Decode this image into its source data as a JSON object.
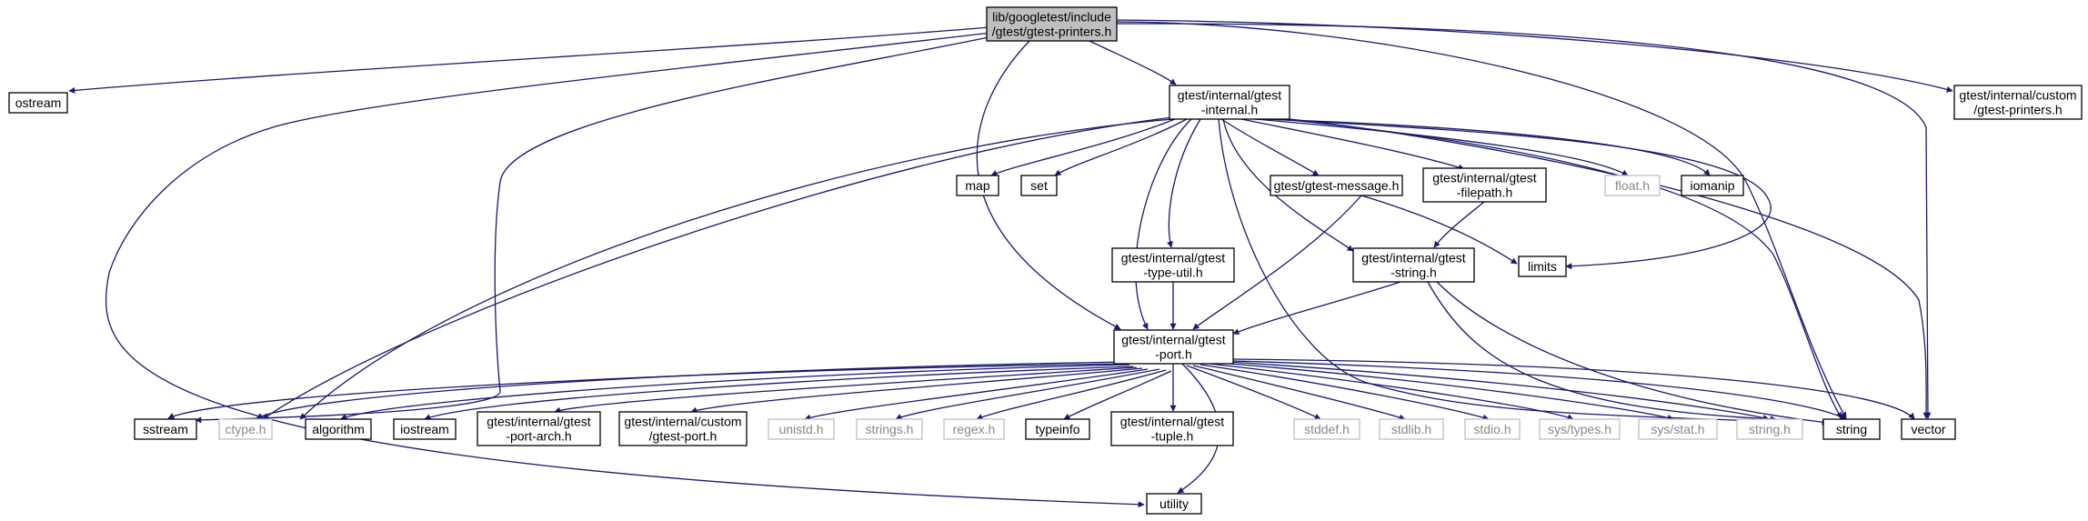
{
  "colors": {
    "edge": "#191970",
    "root_fill": "#bfbfbf",
    "missing_border": "#bfbfbf",
    "missing_text": "#888888",
    "node_border": "#000000"
  },
  "nodes": {
    "root": [
      "lib/googletest/include",
      "/gtest/gtest-printers.h"
    ],
    "ostream": [
      "ostream"
    ],
    "internal": [
      "gtest/internal/gtest",
      "-internal.h"
    ],
    "custom_printers": [
      "gtest/internal/custom",
      "/gtest-printers.h"
    ],
    "map": [
      "map"
    ],
    "set": [
      "set"
    ],
    "message": [
      "gtest/gtest-message.h"
    ],
    "filepath": [
      "gtest/internal/gtest",
      "-filepath.h"
    ],
    "float_h": [
      "float.h"
    ],
    "iomanip": [
      "iomanip"
    ],
    "limits": [
      "limits"
    ],
    "type_util": [
      "gtest/internal/gtest",
      "-type-util.h"
    ],
    "gstring": [
      "gtest/internal/gtest",
      "-string.h"
    ],
    "port": [
      "gtest/internal/gtest",
      "-port.h"
    ],
    "sstream": [
      "sstream"
    ],
    "ctype": [
      "ctype.h"
    ],
    "algorithm": [
      "algorithm"
    ],
    "iostream": [
      "iostream"
    ],
    "port_arch": [
      "gtest/internal/gtest",
      "-port-arch.h"
    ],
    "custom_port": [
      "gtest/internal/custom",
      "/gtest-port.h"
    ],
    "unistd": [
      "unistd.h"
    ],
    "strings_h": [
      "strings.h"
    ],
    "regex": [
      "regex.h"
    ],
    "typeinfo": [
      "typeinfo"
    ],
    "tuple": [
      "gtest/internal/gtest",
      "-tuple.h"
    ],
    "stddef": [
      "stddef.h"
    ],
    "stdlib": [
      "stdlib.h"
    ],
    "stdio": [
      "stdio.h"
    ],
    "systypes": [
      "sys/types.h"
    ],
    "sysstat": [
      "sys/stat.h"
    ],
    "string_h": [
      "string.h"
    ],
    "string": [
      "string"
    ],
    "vector": [
      "vector"
    ],
    "utility": [
      "utility"
    ]
  }
}
